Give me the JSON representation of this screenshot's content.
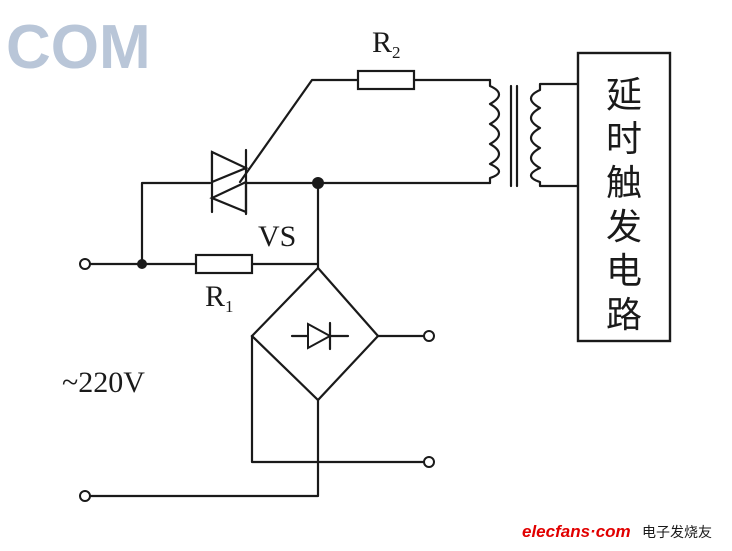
{
  "watermark": "COM",
  "labels": {
    "r2": "R",
    "r2_sub": "2",
    "vs": "VS",
    "r1": "R",
    "r1_sub": "1",
    "voltage": "~220V"
  },
  "box_text": [
    "延",
    "时",
    "触",
    "发",
    "电",
    "路"
  ],
  "footer": {
    "site": "elecfans",
    "dot": "·",
    "com": "com",
    "cn": "电子发烧友"
  }
}
